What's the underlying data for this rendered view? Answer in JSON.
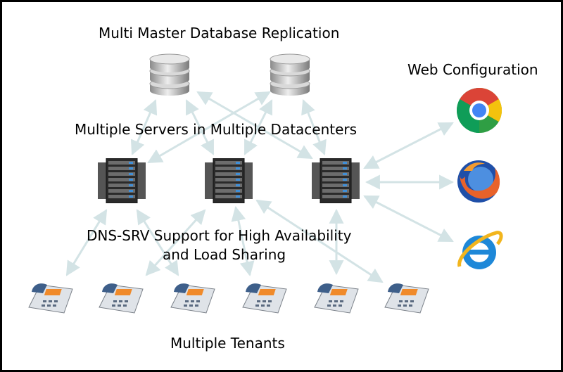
{
  "labels": {
    "replication": "Multi Master Database Replication",
    "servers": "Multiple Servers in Multiple Datacenters",
    "web_config": "Web Configuration",
    "dns_srv_line1": "DNS-SRV Support for High Availability",
    "dns_srv_line2": "and Load Sharing",
    "tenants": "Multiple Tenants"
  },
  "icons": {
    "database": "database-icon",
    "server": "server-rack-icon",
    "phone": "desk-phone-icon",
    "browsers": [
      "chrome-browser-icon",
      "firefox-browser-icon",
      "internet-explorer-browser-icon"
    ]
  },
  "colors": {
    "border": "#000000",
    "arrow": "#d3e3e5",
    "db_silver": "#c9c9c9",
    "server_dark": "#2a2a2a",
    "server_led": "#3f8fd8",
    "phone_body": "#dfe3e8",
    "phone_screen": "#f08a2a"
  }
}
